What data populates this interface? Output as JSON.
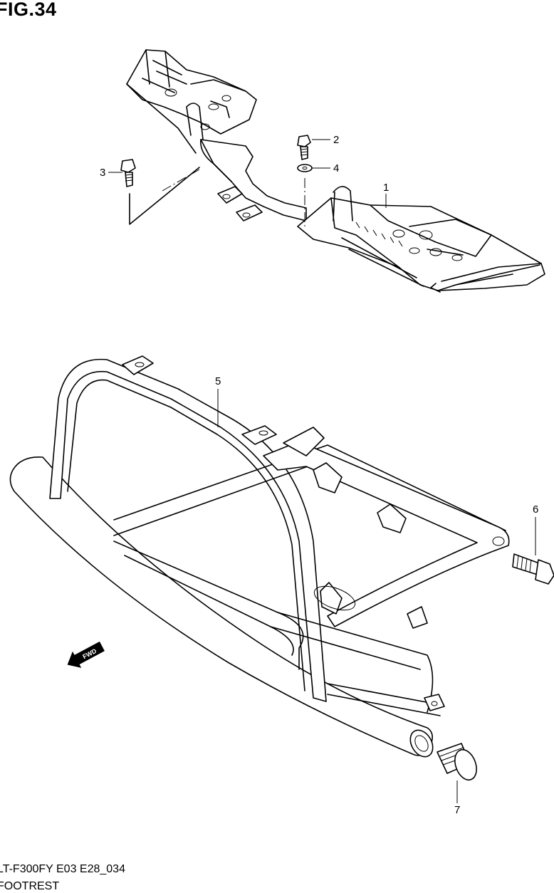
{
  "figure": {
    "title": "FIG.34",
    "model_code": "LT-F300FY E03 E28_034",
    "section_name": "FOOTREST"
  },
  "callouts": [
    {
      "id": "1",
      "label": "1"
    },
    {
      "id": "2",
      "label": "2"
    },
    {
      "id": "3",
      "label": "3"
    },
    {
      "id": "4",
      "label": "4"
    },
    {
      "id": "5",
      "label": "5"
    },
    {
      "id": "6",
      "label": "6"
    },
    {
      "id": "7",
      "label": "7"
    }
  ],
  "direction_marker": {
    "label": "FWD"
  }
}
